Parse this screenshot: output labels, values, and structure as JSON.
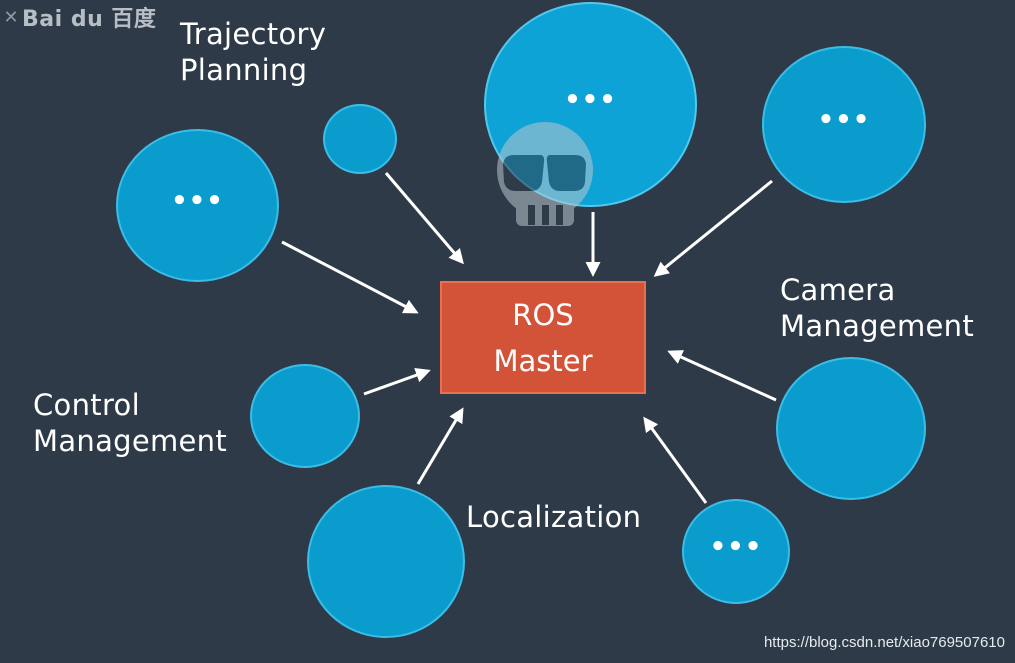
{
  "diagram": {
    "master": {
      "line1": "ROS",
      "line2": "Master"
    },
    "ellipsis": "•••",
    "labels": {
      "trajectory_line1": "Trajectory",
      "trajectory_line2": "Planning",
      "camera_line1": "Camera",
      "camera_line2": "Management",
      "control_line1": "Control",
      "control_line2": "Management",
      "localization": "Localization"
    }
  },
  "watermark": {
    "brand": "Bai du 百度",
    "url": "https://blog.csdn.net/xiao769507610"
  },
  "colors": {
    "background": "#2e3a47",
    "node": "#0a9ccd",
    "master": "#d35339",
    "arrow": "#ffffff",
    "text": "#ffffff"
  },
  "icons": [
    "close-icon",
    "baidu-paw-icon",
    "skull-icon",
    "arrow-icon"
  ]
}
